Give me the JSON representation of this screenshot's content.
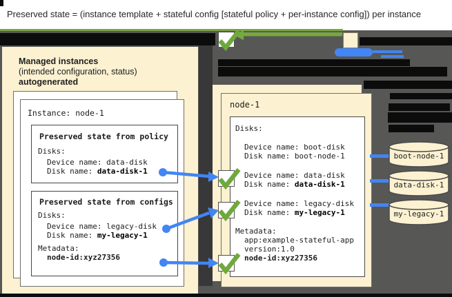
{
  "title": "Preserved state = (instance template + stateful config [stateful policy + per-instance config]) per instance",
  "left_panel": {
    "heading_line1": "Managed instances",
    "heading_line2": "(intended configuration, status)",
    "heading_line3": "autogenerated",
    "instance_label": "Instance: node-1",
    "policy_box": {
      "title": "Preserved state from policy",
      "disks_label": "Disks:",
      "device_line": "Device name: data-disk",
      "disk_label": "Disk name: ",
      "disk_value": "data-disk-1"
    },
    "configs_box": {
      "title": "Preserved state from configs",
      "disks_label": "Disks:",
      "device_line": "Device name: legacy-disk",
      "disk_label": "Disk name: ",
      "disk_value": "my-legacy-1",
      "metadata_label": "Metadata:",
      "metadata_value": "node-id:xyz27356"
    }
  },
  "right_panel": {
    "title": "node-1",
    "disks_label": "Disks:",
    "boot_device_line": "Device name: boot-disk",
    "boot_disk_line": "Disk name: boot-node-1",
    "data_device_line": "Device name: data-disk",
    "data_disk_label": "Disk name: ",
    "data_disk_value": "data-disk-1",
    "legacy_device_line": "Device name: legacy-disk",
    "legacy_disk_label": "Disk name: ",
    "legacy_disk_value": "my-legacy-1",
    "metadata_label": "Metadata:",
    "metadata_app": "app:example-stateful-app",
    "metadata_version": "version:1.0",
    "metadata_node_id": "node-id:xyz27356"
  },
  "disk_cylinders": [
    {
      "name": "boot-node-1"
    },
    {
      "name": "data-disk-1"
    },
    {
      "name": "my-legacy-1"
    }
  ],
  "colors": {
    "panel_cream": "#FCF1D1",
    "background_gray": "#575755",
    "accent_green": "#6FA83C",
    "accent_blue": "#4285F4",
    "redaction_black": "#0C0C0C",
    "title_bar_white": "#FFFFFF"
  }
}
